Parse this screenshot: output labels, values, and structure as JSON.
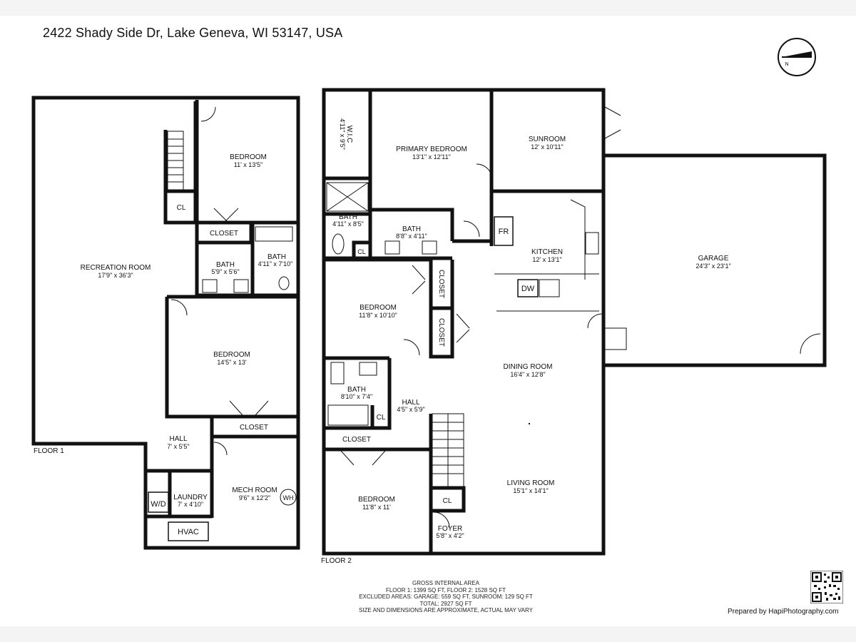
{
  "address": "2422 Shady Side Dr, Lake Geneva, WI 53147, USA",
  "compass_icon": "north-arrow-icon",
  "floors": [
    {
      "label": "FLOOR 1",
      "rooms": [
        {
          "name": "RECREATION ROOM",
          "dims": "17'9\" x 36'3\""
        },
        {
          "name": "BEDROOM",
          "dims": "11' x 13'5\""
        },
        {
          "name": "CL",
          "dims": ""
        },
        {
          "name": "CLOSET",
          "dims": ""
        },
        {
          "name": "BATH",
          "dims": "5'9\" x 5'6\""
        },
        {
          "name": "BATH",
          "dims": "4'11\" x 7'10\""
        },
        {
          "name": "BEDROOM",
          "dims": "14'5\" x 13'"
        },
        {
          "name": "CLOSET",
          "dims": ""
        },
        {
          "name": "HALL",
          "dims": "7' x 5'5\""
        },
        {
          "name": "LAUNDRY",
          "dims": "7' x 4'10\""
        },
        {
          "name": "MECH ROOM",
          "dims": "9'6\" x 12'2\""
        }
      ],
      "fixtures": [
        "W/D",
        "HVAC",
        "WH"
      ]
    },
    {
      "label": "FLOOR 2",
      "rooms": [
        {
          "name": "W.I.C",
          "dims": "4'11\" x 9'5\""
        },
        {
          "name": "PRIMARY BEDROOM",
          "dims": "13'1\" x 12'11\""
        },
        {
          "name": "SUNROOM",
          "dims": "12' x 10'11\""
        },
        {
          "name": "BATH",
          "dims": "4'11\" x 8'5\""
        },
        {
          "name": "BATH",
          "dims": "8'8\" x 4'11\""
        },
        {
          "name": "CL",
          "dims": ""
        },
        {
          "name": "KITCHEN",
          "dims": "12' x 13'1\""
        },
        {
          "name": "BEDROOM",
          "dims": "11'8\" x 10'10\""
        },
        {
          "name": "CLOSET",
          "dims": ""
        },
        {
          "name": "CLOSET",
          "dims": ""
        },
        {
          "name": "DINING ROOM",
          "dims": "16'4\" x 12'8\""
        },
        {
          "name": "BATH",
          "dims": "8'10\" x 7'4\""
        },
        {
          "name": "HALL",
          "dims": "4'5\" x 5'9\""
        },
        {
          "name": "CL",
          "dims": ""
        },
        {
          "name": "CLOSET",
          "dims": ""
        },
        {
          "name": "BEDROOM",
          "dims": "11'8\" x 11'"
        },
        {
          "name": "LIVING ROOM",
          "dims": "15'1\" x 14'1\""
        },
        {
          "name": "CL",
          "dims": ""
        },
        {
          "name": "FOYER",
          "dims": "5'8\" x 4'2\""
        },
        {
          "name": "GARAGE",
          "dims": "24'3\" x 23'1\""
        }
      ],
      "fixtures": [
        "FR",
        "DW"
      ]
    }
  ],
  "area_summary": {
    "title": "GROSS INTERNAL AREA",
    "floors_line": "FLOOR 1: 1399 SQ FT, FLOOR 2: 1528 SQ FT",
    "excluded_line": "EXCLUDED AREAS: GARAGE: 559 SQ FT, SUNROOM: 129 SQ FT",
    "total_line": "TOTAL: 2927 SQ FT",
    "disclaimer": "SIZE AND DIMENSIONS ARE APPROXIMATE, ACTUAL MAY VARY"
  },
  "credit": "Prepared by HapiPhotography.com",
  "qr_icon": "qr-code-icon"
}
